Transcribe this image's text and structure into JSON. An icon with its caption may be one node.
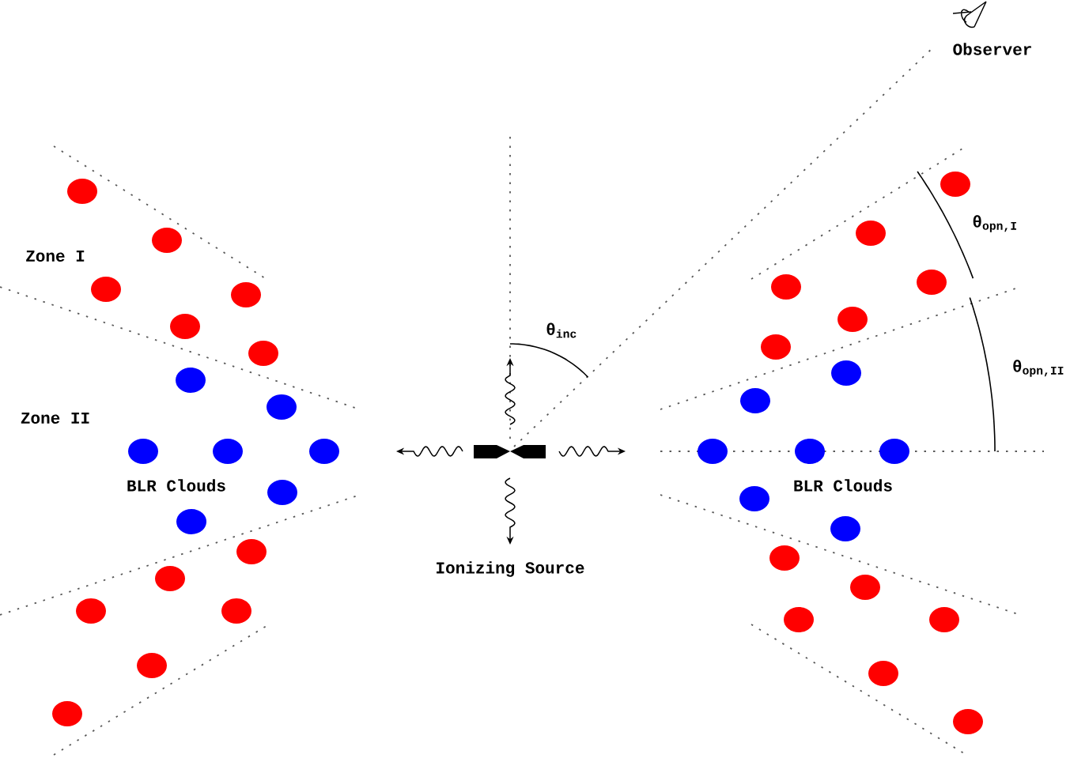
{
  "diagram": {
    "labels": [
      "Observer",
      "Zone I",
      "Zone II",
      "θ$_{opn,I}$",
      "θ$_{inc}$",
      "θ$_{opn,II}$",
      "BLR Clouds",
      "BLR Clouds",
      "Ionizing Source"
    ]
  }
}
